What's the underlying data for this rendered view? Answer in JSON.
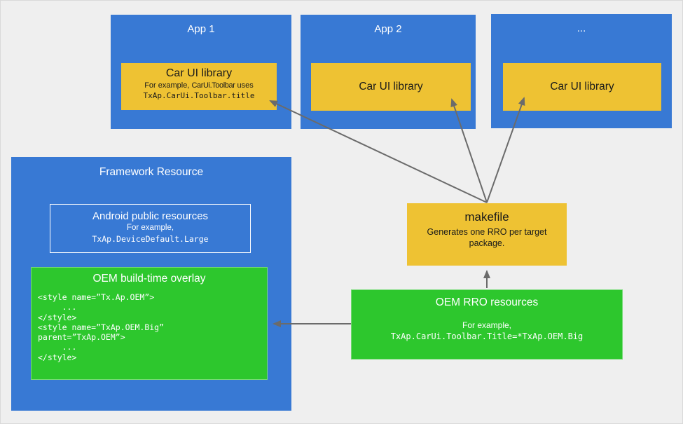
{
  "colors": {
    "background": "#efefef",
    "blue": "#3879d4",
    "yellow": "#eec233",
    "green": "#2dc72d",
    "arrow": "#6b6b6b",
    "text_dark": "#1a1a1a",
    "text_light": "#ffffff"
  },
  "apps": [
    {
      "title": "App 1",
      "library": {
        "title": "Car UI library",
        "example_prefix": "For example, ",
        "example_code": "CarUi.Toolbar",
        "example_suffix": " uses",
        "example_line2": "TxAp.CarUi.Toolbar.title"
      }
    },
    {
      "title": "App 2",
      "library": {
        "title": "Car UI library"
      }
    },
    {
      "title": "...",
      "library": {
        "title": "Car UI library"
      }
    }
  ],
  "framework": {
    "title": "Framework Resource",
    "android_public": {
      "title": "Android public resources",
      "example_label": "For example,",
      "example_code": "TxAp.DeviceDefault.Large"
    },
    "oem_overlay": {
      "title": "OEM build-time overlay",
      "code": "<style name=”Tx.Ap.OEM”>\n     ...\n</style>\n<style name=”TxAp.OEM.Big”\nparent=”TxAp.OEM”>\n     ...\n</style>"
    }
  },
  "makefile": {
    "title": "makefile",
    "subtitle": "Generates one RRO per target package."
  },
  "oem_rro": {
    "title": "OEM RRO resources",
    "example_label": "For example,",
    "example_code": "TxAp.CarUi.Toolbar.Title=*TxAp.OEM.Big"
  }
}
